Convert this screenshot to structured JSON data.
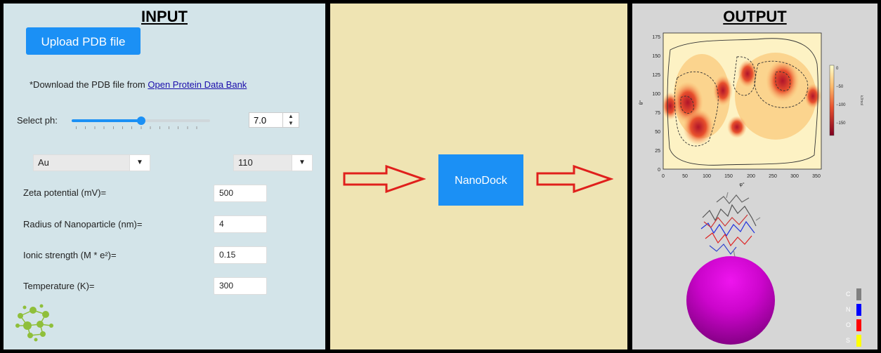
{
  "input": {
    "heading": "INPUT",
    "upload_label": "Upload PDB file",
    "note_prefix": "*Download the PDB file from",
    "note_link": "Open Protein Data Bank",
    "ph": {
      "label": "Select ph:",
      "value": "7.0",
      "slider_fraction": 0.5
    },
    "material_select": "Au",
    "facet_select": "110",
    "fields": [
      {
        "label": "Zeta potential (mV)=",
        "value": "500"
      },
      {
        "label": "Radius of Nanoparticle (nm)=",
        "value": "4"
      },
      {
        "label": "Ionic strength (M * e²)=",
        "value": "0.15"
      },
      {
        "label": "Temperature (K)=",
        "value": "300"
      }
    ]
  },
  "middle": {
    "button_label": "NanoDock"
  },
  "output": {
    "heading": "OUTPUT",
    "plot": {
      "xlabel": "φ°",
      "ylabel": "θ°",
      "xticks": [
        "0",
        "50",
        "100",
        "150",
        "200",
        "250",
        "300",
        "350"
      ],
      "yticks": [
        "0",
        "25",
        "50",
        "75",
        "100",
        "125",
        "150",
        "175"
      ],
      "colorbar_ticks": [
        "0",
        "−50",
        "−100",
        "−150"
      ],
      "colorbar_label": "kJ/mol"
    },
    "legend": [
      "C",
      "N",
      "O",
      "S"
    ],
    "colors": {
      "C": "#808080",
      "N": "#0000ff",
      "O": "#ff0000",
      "S": "#ffff00"
    }
  }
}
